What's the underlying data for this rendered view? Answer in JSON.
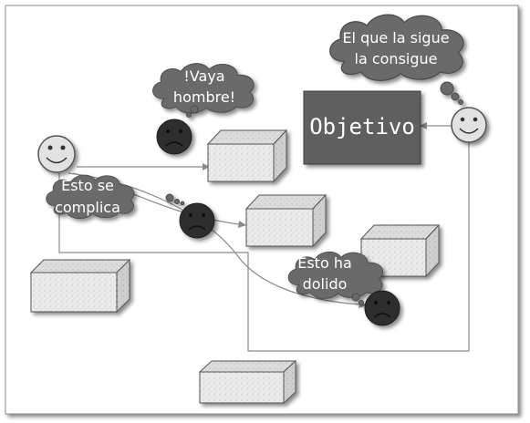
{
  "goal": {
    "label": "Objetivo"
  },
  "bubbles": {
    "top_right": {
      "lines": [
        "El que la sigue",
        "la consigue"
      ]
    },
    "top_left": {
      "lines": [
        "!Vaya",
        "hombre!"
      ]
    },
    "middle_left": {
      "lines": [
        "Esto se",
        "complica"
      ]
    },
    "bottom": {
      "lines": [
        "Esto ha",
        "dolido"
      ]
    }
  },
  "icons": {
    "happy": "smiley-face-icon",
    "sad": "sad-face-icon"
  },
  "colors": {
    "goal_box": "#5f5f5f",
    "bubble": "#6b6b6b",
    "sad_face": "#2f2f2f",
    "happy_face": "#e2e2e2",
    "box_face": "#e8e8e8",
    "path_line": "#8a8a8a"
  }
}
